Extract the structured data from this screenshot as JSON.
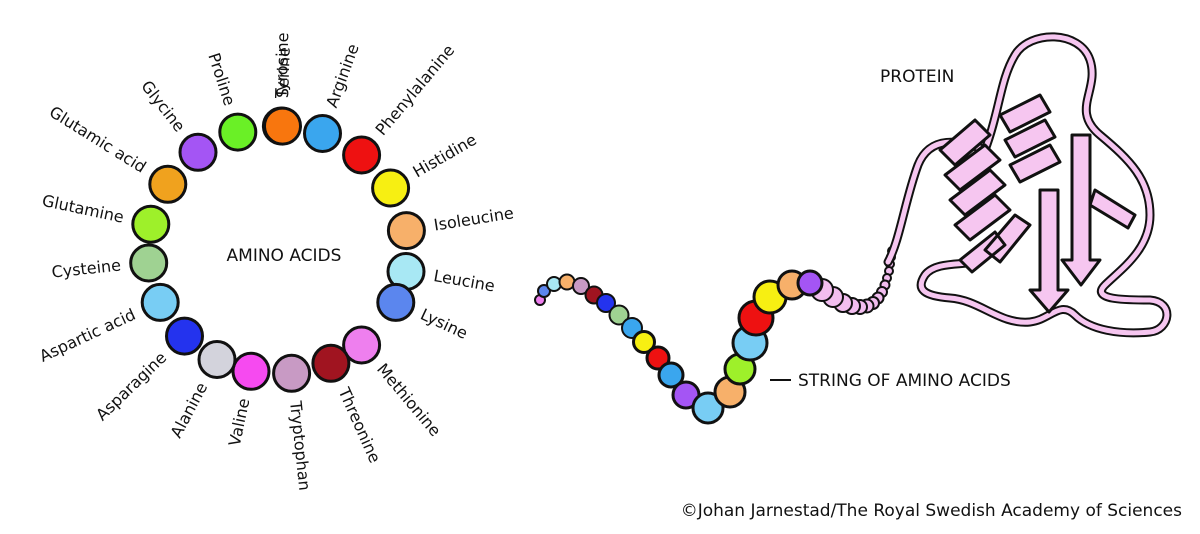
{
  "titles": {
    "ring": "AMINO ACIDS",
    "string": "STRING OF AMINO ACIDS",
    "protein": "PROTEIN"
  },
  "credit": "©Johan Jarnestad/The Royal Swedish Academy of Sciences",
  "amino_acids": [
    {
      "name": "Tyrosine",
      "color": "#2e8b2e"
    },
    {
      "name": "Arginine",
      "color": "#3aa6ee"
    },
    {
      "name": "Phenylalanine",
      "color": "#ee1111"
    },
    {
      "name": "Histidine",
      "color": "#f7ef12"
    },
    {
      "name": "Isoleucine",
      "color": "#f7b06a"
    },
    {
      "name": "Leucine",
      "color": "#a8e8f4"
    },
    {
      "name": "Lysine",
      "color": "#5b86ee"
    },
    {
      "name": "Methionine",
      "color": "#ee7fee"
    },
    {
      "name": "Threonine",
      "color": "#a01420"
    },
    {
      "name": "Tryptophan",
      "color": "#c89ac4"
    },
    {
      "name": "Valine",
      "color": "#f64af0"
    },
    {
      "name": "Alanine",
      "color": "#d3d3dc"
    },
    {
      "name": "Asparagine",
      "color": "#2433ee"
    },
    {
      "name": "Aspartic acid",
      "color": "#78cdf4"
    },
    {
      "name": "Cysteine",
      "color": "#9fd292"
    },
    {
      "name": "Glutamine",
      "color": "#9ef02a"
    },
    {
      "name": "Glutamic acid",
      "color": "#f0a21e"
    },
    {
      "name": "Glycine",
      "color": "#a455f4"
    },
    {
      "name": "Proline",
      "color": "#6af026"
    },
    {
      "name": "Serine",
      "color": "#f8760e"
    }
  ],
  "colors": {
    "outline": "#111111",
    "protein_fill": "#f6c6f0",
    "string_pink": "#f2bdef"
  }
}
